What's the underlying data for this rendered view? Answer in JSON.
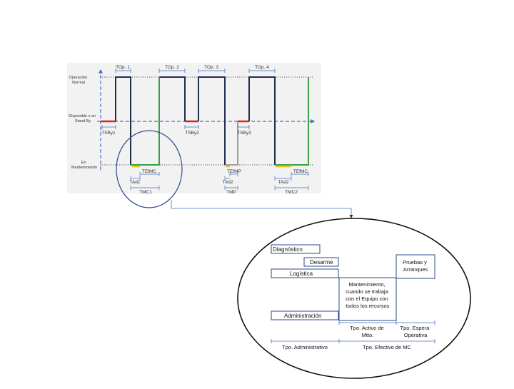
{
  "timeline": {
    "states": {
      "operation": [
        "Operación",
        "Normal"
      ],
      "standby": [
        "Disponible o en",
        "Stand By"
      ],
      "maintenance": [
        "En",
        "Mantenimiento"
      ]
    },
    "top": {
      "op1": "TOp. 1",
      "op2": "TOp. 2",
      "op3": "TOp. 3",
      "op4": "TOp. 4"
    },
    "standby_labels": {
      "sby1": "TSBy1",
      "sby2": "TSBy2",
      "sby3": "TSBy3"
    },
    "maint_labels": {
      "efmc1": "TEfMC",
      "efmp": "TEfMP",
      "efmc2": "TEfMC",
      "ad1": "TAd1",
      "ad2a": "TAd2",
      "ad2b": "TAd2",
      "mc1": "TMC1",
      "mp": "TMP",
      "mc2": "TMC2"
    },
    "colors": {
      "operation_line": "#1f2d4e",
      "standby_red": "#d9261c",
      "maintenance_green": "#3aa043",
      "admin_yellow": "#e8c21a",
      "preventive_gray": "#888888",
      "dashed_blue": "#4472c4"
    }
  },
  "zoom": {
    "boxes": {
      "diagnostico": "Diagnóstico",
      "desarme": "Desarme",
      "logistica": "Logística",
      "administracion": "Administración",
      "mantenimiento": [
        "Mantenimiento,",
        "cuando se trabaja",
        "con el Equipo con",
        "todos los recursos"
      ],
      "pruebas": [
        "Pruebas y",
        "Arranques"
      ]
    },
    "brackets": {
      "activo": [
        "Tpo. Activo de",
        "Mtto."
      ],
      "espera": [
        "Tpo.  Espera",
        "Operativa"
      ],
      "administrativo": "Tpo. Administrativo",
      "efectivo": "Tpo. Efectivo de MC"
    }
  }
}
